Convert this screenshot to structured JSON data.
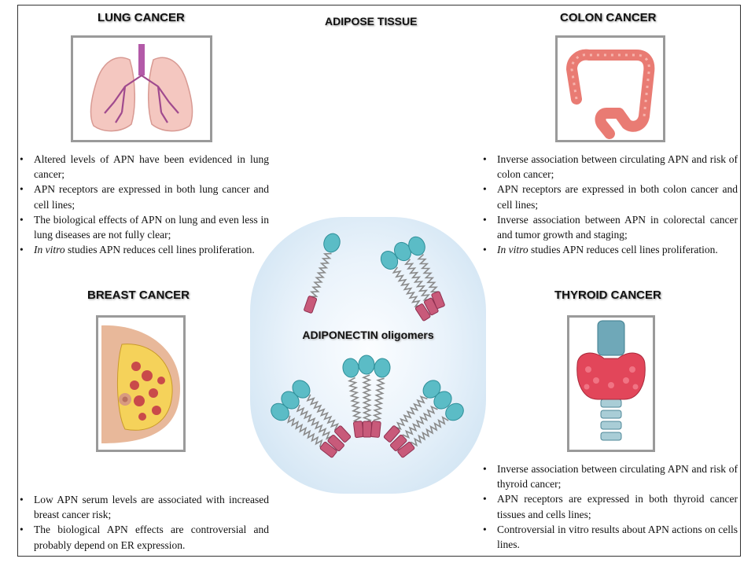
{
  "center_title": "ADIPOSE TISSUE",
  "oligomers_label": "ADIPONECTIN oligomers",
  "lung": {
    "title": "LUNG CANCER",
    "points": [
      "Altered levels of APN have been evidenced in lung cancer;",
      "APN receptors are expressed in both lung cancer and cell lines;",
      "The biological effects of APN on lung and even less in lung diseases are not fully clear;"
    ],
    "last_italic": "In vitro",
    "last_rest": " studies APN reduces cell lines proliferation."
  },
  "colon": {
    "title": "COLON CANCER",
    "points": [
      "Inverse association between circulating APN and risk of colon cancer;",
      "APN receptors are expressed in both colon cancer and cell lines;",
      "Inverse association between APN in colorectal cancer and tumor growth and staging;"
    ],
    "last_italic": "In vitro",
    "last_rest": " studies APN reduces cell lines proliferation."
  },
  "breast": {
    "title": "BREAST CANCER",
    "points": [
      "Low APN serum levels are associated with increased breast cancer risk;",
      "The biological APN effects are controversial and probably depend on ER expression."
    ]
  },
  "thyroid": {
    "title": "THYROID CANCER",
    "points": [
      "Inverse association between circulating APN and risk of thyroid cancer;",
      "APN receptors are expressed in both thyroid cancer tissues and cells lines;",
      "Controversial in vitro results about APN actions on cells lines."
    ]
  },
  "colors": {
    "head": "#5bbcc6",
    "stalk": "#8a8a8a",
    "collagen": "#c85a7a",
    "blob_edge": "#c8dff0"
  },
  "icons": [
    "lungs-image",
    "colon-image",
    "breast-image",
    "thyroid-image",
    "adiponectin-molecule-icon"
  ]
}
